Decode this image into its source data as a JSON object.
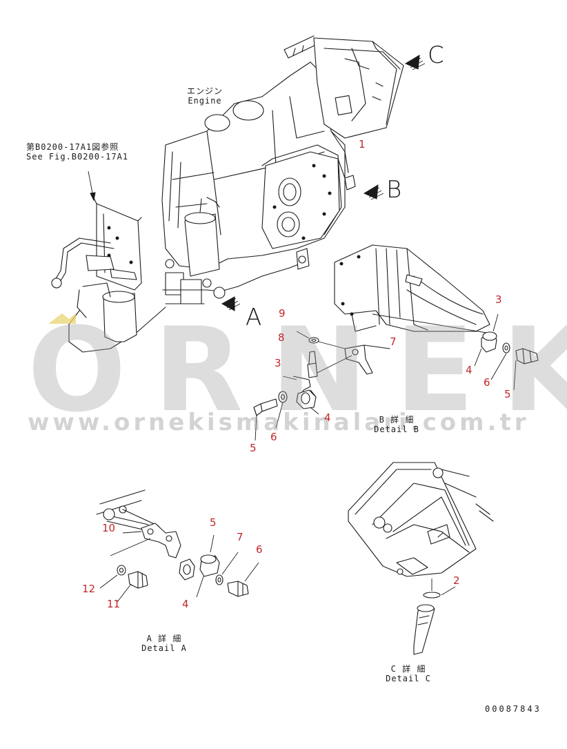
{
  "labels": {
    "engine_jp": "エンジン",
    "engine_en": "Engine",
    "see_fig_jp": "第B0200-17A1図参照",
    "see_fig_en": "See Fig.B0200-17A1",
    "detail_a_jp": "A 詳 細",
    "detail_a_en": "Detail A",
    "detail_b_jp": "B 詳 細",
    "detail_b_en": "Detail B",
    "detail_c_jp": "C 詳 細",
    "detail_c_en": "Detail C",
    "doc_number": "00087843"
  },
  "view_arrows": {
    "a": "A",
    "b": "B",
    "c": "C"
  },
  "callouts": {
    "main": [
      "1"
    ],
    "detail_b": [
      "9",
      "8",
      "7",
      "3",
      "4",
      "5",
      "6",
      "3",
      "4",
      "6",
      "5"
    ],
    "detail_a": [
      "10",
      "5",
      "7",
      "6",
      "12",
      "11",
      "4"
    ],
    "detail_c": [
      "2"
    ]
  },
  "watermark": {
    "brand": "ORNEK",
    "url": "www.ornekismakinalari.com.tr",
    "accent_color": "#e8d470"
  },
  "colors": {
    "callout": "#c0262a",
    "line": "#1a1a1a",
    "watermark": "#969696"
  }
}
